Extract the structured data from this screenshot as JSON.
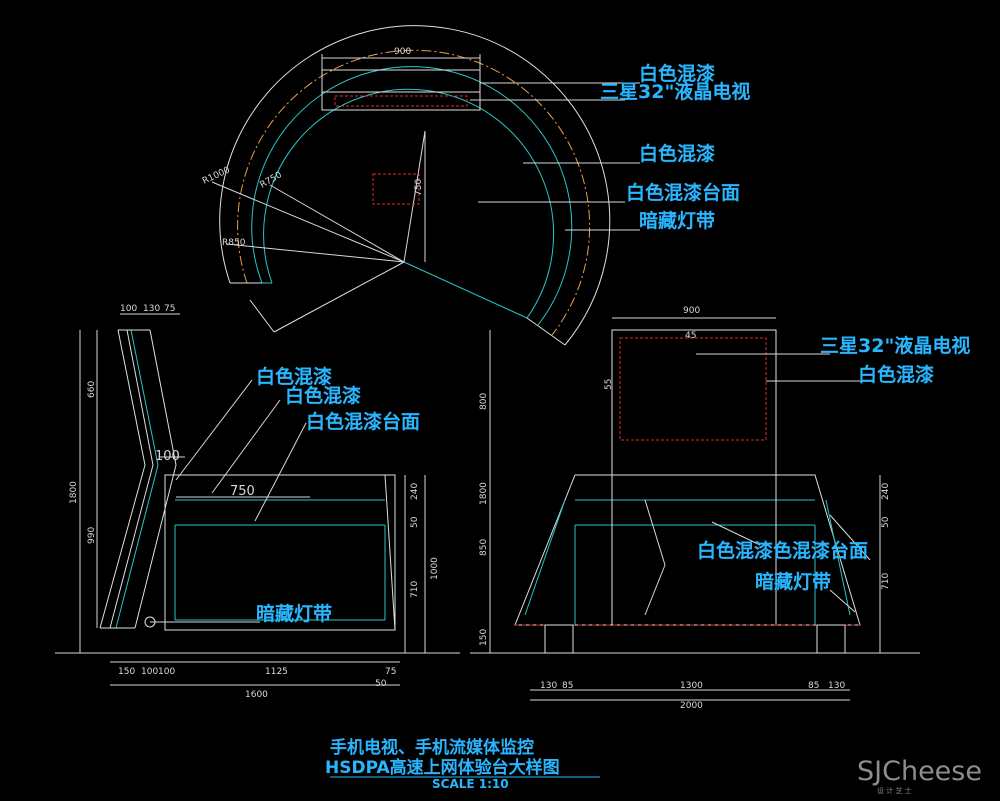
{
  "labels": {
    "white_lacquer": "白色混漆",
    "samsung_tv": "三星32\"液晶电视",
    "white_lacquer_top": "白色混漆台面",
    "hidden_light": "暗藏灯带",
    "overlap_text": "白色混漆色混漆台面"
  },
  "plan": {
    "dim_top": "900",
    "r1000": "R1000",
    "r750": "R750",
    "r850": "R850",
    "dim_750": "750"
  },
  "side": {
    "top_dims": [
      "100",
      "130",
      "75"
    ],
    "left_dims": [
      "1800",
      "660",
      "990"
    ],
    "right_dims": [
      "240",
      "50",
      "1000",
      "710"
    ],
    "bottom_dims": [
      "150",
      "100",
      "100",
      "1125",
      "75"
    ],
    "total": "1600",
    "bottom_small": "50",
    "inner_100": "100",
    "inner_750": "750"
  },
  "front": {
    "top": "900",
    "screen_a": "45",
    "screen_b": "55",
    "left_dims": [
      "1800",
      "800",
      "850",
      "150"
    ],
    "right_dims": [
      "240",
      "50",
      "710"
    ],
    "bottom_dims": [
      "130",
      "85",
      "1300",
      "85",
      "130"
    ],
    "total": "2000"
  },
  "title": {
    "line1": "手机电视、手机流媒体监控",
    "line2": "HSDPA高速上网体验台大样图",
    "scale": "SCALE 1:10"
  },
  "watermark": {
    "brand": "SJCheese",
    "sub": "设 计 芝 士"
  }
}
